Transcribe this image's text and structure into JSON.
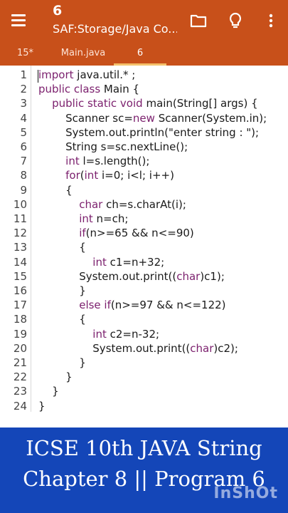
{
  "appbar": {
    "title": "6",
    "subtitle": "SAF:Storage/Java Co...",
    "icons": [
      "menu-icon",
      "folder-icon",
      "lightbulb-icon",
      "more-vert-icon"
    ]
  },
  "tabs": [
    {
      "label": "15*",
      "active": false
    },
    {
      "label": "Main.java",
      "active": false
    },
    {
      "label": "6",
      "active": true
    }
  ],
  "editor": {
    "lines": [
      {
        "n": "1",
        "tokens": [
          {
            "t": "import",
            "k": true
          },
          {
            "t": " java.util.* ;"
          }
        ]
      },
      {
        "n": "2",
        "tokens": [
          {
            "t": "public class",
            "k": true
          },
          {
            "t": " Main {"
          }
        ]
      },
      {
        "n": "3",
        "tokens": [
          {
            "t": "    "
          },
          {
            "t": "public static void",
            "k": true
          },
          {
            "t": " main(String[] args) {"
          }
        ]
      },
      {
        "n": "4",
        "tokens": [
          {
            "t": "        Scanner sc="
          },
          {
            "t": "new",
            "k": true
          },
          {
            "t": " Scanner(System.in);"
          }
        ]
      },
      {
        "n": "5",
        "tokens": [
          {
            "t": "        System.out.println(\"enter string : \");"
          }
        ]
      },
      {
        "n": "6",
        "tokens": [
          {
            "t": "        String s=sc.nextLine();"
          }
        ]
      },
      {
        "n": "7",
        "tokens": [
          {
            "t": "        "
          },
          {
            "t": "int",
            "k": true
          },
          {
            "t": " l=s.length();"
          }
        ]
      },
      {
        "n": "8",
        "tokens": [
          {
            "t": "        "
          },
          {
            "t": "for",
            "k": true
          },
          {
            "t": "("
          },
          {
            "t": "int",
            "k": true
          },
          {
            "t": " i=0; i<l; i++)"
          }
        ]
      },
      {
        "n": "9",
        "tokens": [
          {
            "t": "        {"
          }
        ]
      },
      {
        "n": "10",
        "tokens": [
          {
            "t": "            "
          },
          {
            "t": "char",
            "k": true
          },
          {
            "t": " ch=s.charAt(i);"
          }
        ]
      },
      {
        "n": "11",
        "tokens": [
          {
            "t": "            "
          },
          {
            "t": "int",
            "k": true
          },
          {
            "t": " n=ch;"
          }
        ]
      },
      {
        "n": "12",
        "tokens": [
          {
            "t": "            "
          },
          {
            "t": "if",
            "k": true
          },
          {
            "t": "(n>=65 && n<=90)"
          }
        ]
      },
      {
        "n": "13",
        "tokens": [
          {
            "t": "            {"
          }
        ]
      },
      {
        "n": "14",
        "tokens": [
          {
            "t": "                "
          },
          {
            "t": "int",
            "k": true
          },
          {
            "t": " c1=n+32;"
          }
        ]
      },
      {
        "n": "15",
        "tokens": [
          {
            "t": "            System.out.print(("
          },
          {
            "t": "char",
            "k": true
          },
          {
            "t": ")c1);"
          }
        ]
      },
      {
        "n": "16",
        "tokens": [
          {
            "t": "            }"
          }
        ]
      },
      {
        "n": "17",
        "tokens": [
          {
            "t": "            "
          },
          {
            "t": "else if",
            "k": true
          },
          {
            "t": "(n>=97 && n<=122)"
          }
        ]
      },
      {
        "n": "18",
        "tokens": [
          {
            "t": "            {"
          }
        ]
      },
      {
        "n": "19",
        "tokens": [
          {
            "t": "                "
          },
          {
            "t": "int",
            "k": true
          },
          {
            "t": " c2=n-32;"
          }
        ]
      },
      {
        "n": "20",
        "tokens": [
          {
            "t": "                System.out.print(("
          },
          {
            "t": "char",
            "k": true
          },
          {
            "t": ")c2);"
          }
        ]
      },
      {
        "n": "21",
        "tokens": [
          {
            "t": "            }"
          }
        ]
      },
      {
        "n": "22",
        "tokens": [
          {
            "t": "        }"
          }
        ]
      },
      {
        "n": "23",
        "tokens": [
          {
            "t": "    }"
          }
        ]
      },
      {
        "n": "24",
        "tokens": [
          {
            "t": "}"
          }
        ]
      }
    ]
  },
  "banner": {
    "line1": "ICSE  10th JAVA String",
    "line2": "Chapter 8 || Program 6",
    "watermark": "InShOt"
  },
  "colors": {
    "appbar": "#c8501a",
    "tab_indicator": "#f5c16b",
    "keyword": "#7b1f6d",
    "banner": "#1446b8"
  }
}
